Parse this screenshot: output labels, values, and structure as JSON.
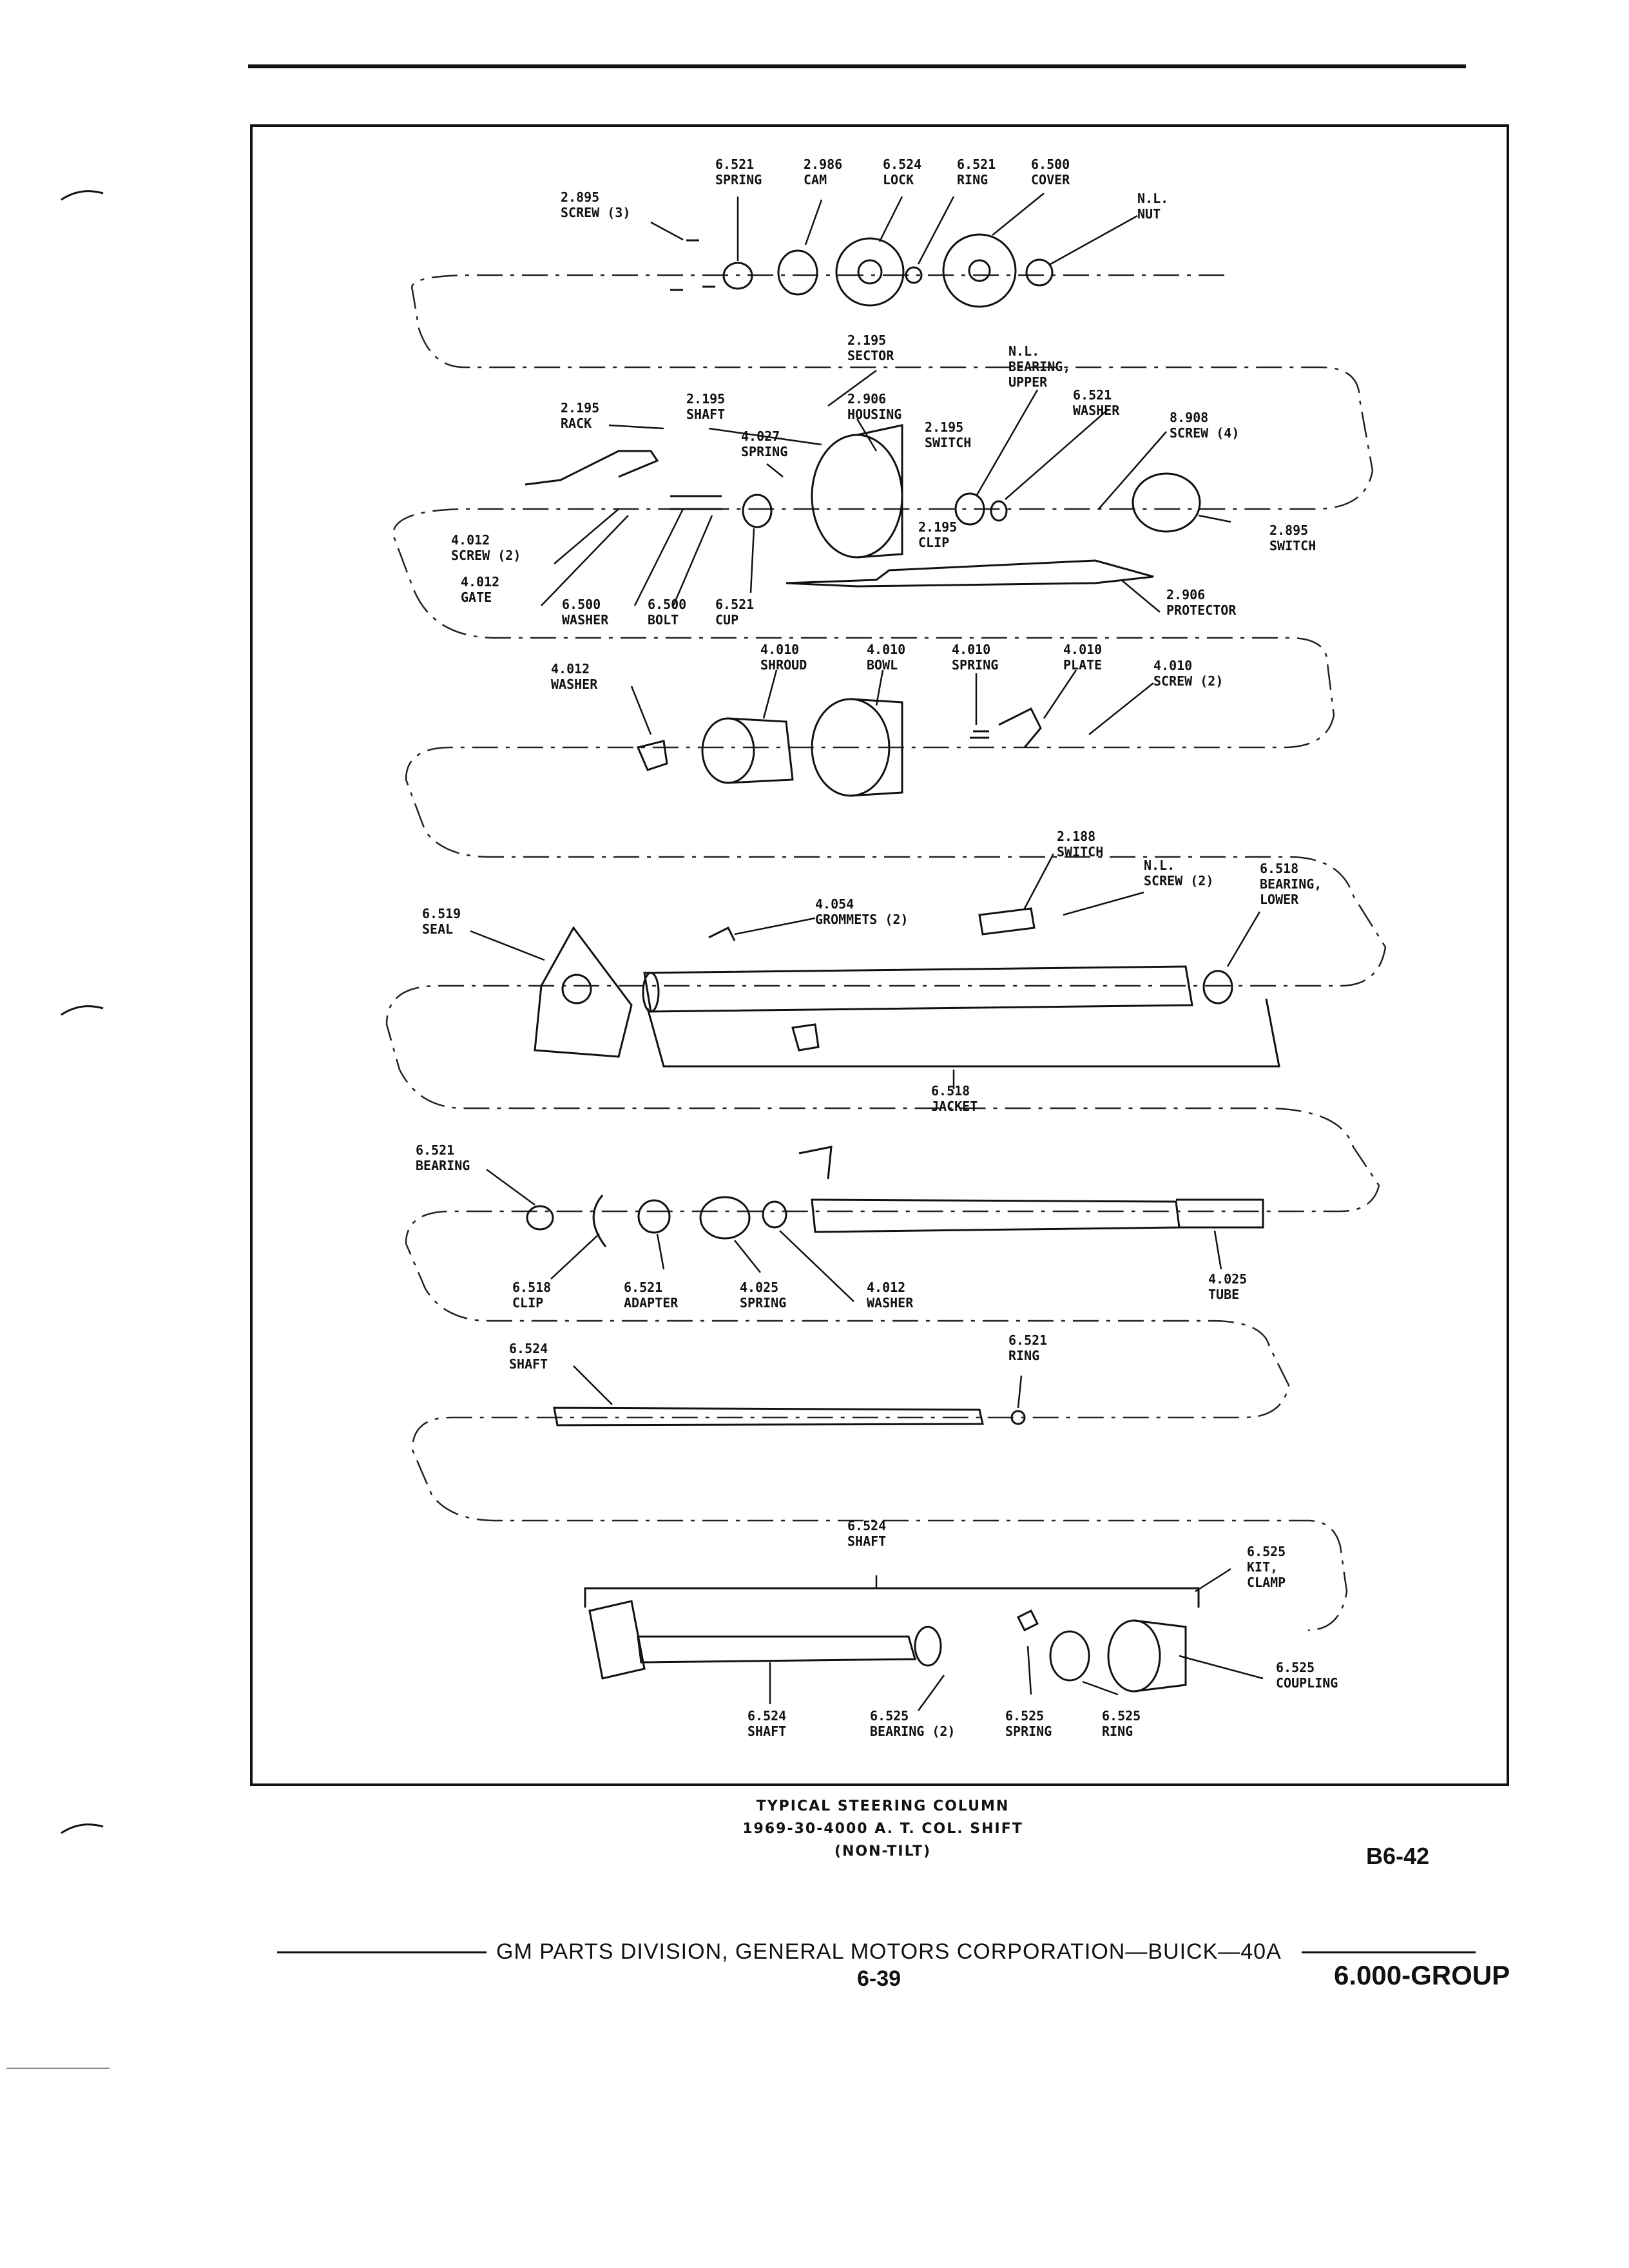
{
  "labels": {
    "screw_2895_top": [
      "2.895",
      "SCREW (3)"
    ],
    "spring_6521": [
      "6.521",
      "SPRING"
    ],
    "cam_2986": [
      "2.986",
      "CAM"
    ],
    "lock_6524": [
      "6.524",
      "LOCK"
    ],
    "ring_6521": [
      "6.521",
      "RING"
    ],
    "cover_6500": [
      "6.500",
      "COVER"
    ],
    "nut_nl": [
      "N.L.",
      "NUT"
    ],
    "sector_2195": [
      "2.195",
      "SECTOR"
    ],
    "rack_2195": [
      "2.195",
      "RACK"
    ],
    "shaft_2195": [
      "2.195",
      "SHAFT"
    ],
    "housing_2906": [
      "2.906",
      "HOUSING"
    ],
    "spring_4027": [
      "4.027",
      "SPRING"
    ],
    "switch_2195": [
      "2.195",
      "SWITCH"
    ],
    "bearing_upper_nl": [
      "N.L.",
      "BEARING,",
      "UPPER"
    ],
    "washer_6521": [
      "6.521",
      "WASHER"
    ],
    "screw_8908": [
      "8.908",
      "SCREW (4)"
    ],
    "screw_4012": [
      "4.012",
      "SCREW (2)"
    ],
    "gate_4012": [
      "4.012",
      "GATE"
    ],
    "washer_6500": [
      "6.500",
      "WASHER"
    ],
    "bolt_6500": [
      "6.500",
      "BOLT"
    ],
    "cup_6521": [
      "6.521",
      "CUP"
    ],
    "clip_2195": [
      "2.195",
      "CLIP"
    ],
    "switch_2895": [
      "2.895",
      "SWITCH"
    ],
    "protector_2906": [
      "2.906",
      "PROTECTOR"
    ],
    "washer_4012": [
      "4.012",
      "WASHER"
    ],
    "shroud_4010": [
      "4.010",
      "SHROUD"
    ],
    "bowl_4010": [
      "4.010",
      "BOWL"
    ],
    "spring_4010": [
      "4.010",
      "SPRING"
    ],
    "plate_4010": [
      "4.010",
      "PLATE"
    ],
    "screw_4010": [
      "4.010",
      "SCREW (2)"
    ],
    "switch_2188": [
      "2.188",
      "SWITCH"
    ],
    "screw_nl": [
      "N.L.",
      "SCREW (2)"
    ],
    "bearing_lower_6518": [
      "6.518",
      "BEARING,",
      "LOWER"
    ],
    "seal_6519": [
      "6.519",
      "SEAL"
    ],
    "grommets_4054": [
      "4.054",
      "GROMMETS (2)"
    ],
    "jacket_6518": [
      "6.518",
      "JACKET"
    ],
    "bearing_6521": [
      "6.521",
      "BEARING"
    ],
    "clip_6518": [
      "6.518",
      "CLIP"
    ],
    "adapter_6521": [
      "6.521",
      "ADAPTER"
    ],
    "spring_4025": [
      "4.025",
      "SPRING"
    ],
    "washer_4012b": [
      "4.012",
      "WASHER"
    ],
    "tube_4025": [
      "4.025",
      "TUBE"
    ],
    "shaft_6524_a": [
      "6.524",
      "SHAFT"
    ],
    "ring_6521b": [
      "6.521",
      "RING"
    ],
    "shaft_6524_b": [
      "6.524",
      "SHAFT"
    ],
    "kit_clamp_6525": [
      "6.525",
      "KIT,",
      "CLAMP"
    ],
    "coupling_6525": [
      "6.525",
      "COUPLING"
    ],
    "shaft_6524_c": [
      "6.524",
      "SHAFT"
    ],
    "bearing_6525": [
      "6.525",
      "BEARING (2)"
    ],
    "spring_6525": [
      "6.525",
      "SPRING"
    ],
    "ring_6525": [
      "6.525",
      "RING"
    ]
  },
  "caption": [
    "TYPICAL STEERING COLUMN",
    "1969-30-4000 A. T. COL. SHIFT",
    "(NON-TILT)"
  ],
  "figure_code": "B6-42",
  "footer": {
    "line": "GM PARTS DIVISION, GENERAL MOTORS CORPORATION—BUICK—40A",
    "page": "6-39",
    "group": "6.000-GROUP"
  }
}
